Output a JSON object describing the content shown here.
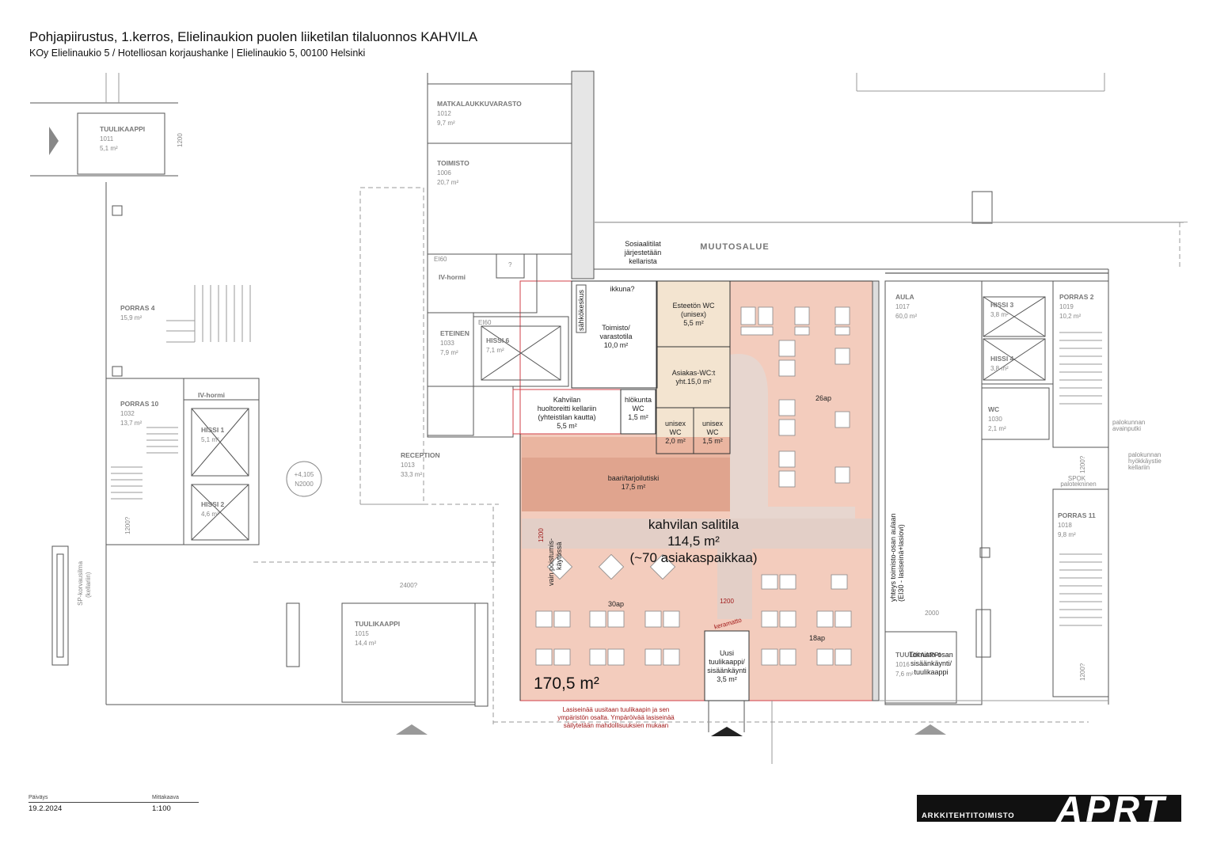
{
  "header": {
    "title": "Pohjapiirustus, 1.kerros, Elielinaukion puolen liiketilan tilaluonnos KAHVILA",
    "subtitle": "KOy Elielinaukio 5 / Hotelliosan korjaushanke  |  Elielinaukio 5, 00100 Helsinki"
  },
  "rooms": {
    "tuulikaappi_1011": {
      "name": "TUULIKAAPPI",
      "num": "1011",
      "area": "5,1 m²"
    },
    "matkalaukku": {
      "name": "MATKALAUKKUVARASTO",
      "num": "1012",
      "area": "9,7 m²"
    },
    "toimisto_1006": {
      "name": "TOIMISTO",
      "num": "1006",
      "area": "20,7 m²"
    },
    "porras4": {
      "name": "PORRAS 4",
      "area": "15,9 m²"
    },
    "porras10": {
      "name": "PORRAS 10",
      "num": "1032",
      "area": "13,7 m²"
    },
    "iv_hormi_left": "IV-hormi",
    "iv_hormi_top": "IV-hormi",
    "hissi1": {
      "name": "HISSI 1",
      "area": "5,1 m²"
    },
    "hissi2": {
      "name": "HISSI 2",
      "area": "4,6 m²"
    },
    "eteinen": {
      "name": "ETEINEN",
      "num": "1033",
      "area": "7,9 m²"
    },
    "hissi6": {
      "name": "HISSI 6",
      "area": "7,1 m²"
    },
    "reception": {
      "name": "RECEPTION",
      "num": "1013",
      "area": "33,3 m²"
    },
    "tuulikaappi_1015": {
      "name": "TUULIKAAPPI",
      "num": "1015",
      "area": "14,4 m²"
    },
    "aula": {
      "name": "AULA",
      "num": "1017",
      "area": "60,0 m²"
    },
    "hissi3": {
      "name": "HISSI 3",
      "area": "3,8 m²"
    },
    "hissi4": {
      "name": "HISSI 4",
      "area": "3,8 m²"
    },
    "wc_1030": {
      "name": "WC",
      "num": "1030",
      "area": "2,1 m²"
    },
    "porras2": {
      "name": "PORRAS 2",
      "num": "1019",
      "area": "10,2 m²"
    },
    "porras11": {
      "name": "PORRAS 11",
      "num": "1018",
      "area": "9,8 m²"
    },
    "tuulikaappi_1016": {
      "name": "TUULIKAAPPI",
      "num": "1016",
      "area": "7,6 m²"
    }
  },
  "cafe": {
    "toimisto_varasto": [
      "Toimisto/",
      "varastotila",
      "10,0 m²"
    ],
    "sahkokeskus": "sähkökeskus",
    "ikkuna": "ikkuna?",
    "esteeton_wc": [
      "Esteetön WC",
      "(unisex)",
      "5,5 m²"
    ],
    "asiakas_wc": [
      "Asiakas-WC:t",
      "yht.15,0 m²"
    ],
    "huolto": [
      "Kahvilan",
      "huoltoreitti kellariin",
      "(yhteistilan kautta)",
      "5,5 m²"
    ],
    "hlokunta_wc": [
      "hlökunta",
      "WC",
      "1,5 m²"
    ],
    "unisex_a": [
      "unisex",
      "WC",
      "2,0 m²"
    ],
    "unisex_b": [
      "unisex",
      "WC",
      "1,5 m²"
    ],
    "baari": [
      "baari/tarjoilutiski",
      "17,5 m²"
    ],
    "salitila": [
      "kahvilan salitila",
      "114,5 m²",
      "(~70 asiakaspaikkaa)"
    ],
    "seats_26": "26ap",
    "seats_30": "30ap",
    "seats_18": "18ap",
    "total_area": "170,5 m²",
    "uusi_tuulikaappi": [
      "Uusi",
      "tuulikaappi/",
      "sisäänkäynti",
      "3,5 m²"
    ],
    "vain_poistumis": [
      "vain poistumis-",
      "käytössä"
    ],
    "dim_1200_a": "1200",
    "dim_1200_b": "1200",
    "keramatto": "keramatto",
    "sosiaalitilat": [
      "Sosiaalitilat",
      "järjestetään",
      "kellarista"
    ],
    "muutosalue": "MUUTOSALUE",
    "lasiseina_note": [
      "Lasiseinää uusitaan tuulikaapin ja sen",
      "ympäristön osalta. Ympäröivää lasiseinää",
      "säilytetään mahdollisuuksien mukaan"
    ]
  },
  "misc": {
    "e160": "EI60",
    "e160_b": "EI60",
    "level": [
      "+4,105",
      "N2000"
    ],
    "dim_2400": "2400?",
    "dim_2000": "2000",
    "dim_1200_vert": "1200",
    "dim_1200q_a": "1200?",
    "dim_1200q_b": "1200?",
    "dim_1200q_c": "1200?",
    "sp_korvausilma": [
      "SP-korvausilma",
      "(kellariin)"
    ],
    "toimisto_sisaankaynti": [
      "Toimisto-osan",
      "sisäänkäynti/",
      "tuulikaappi"
    ],
    "yhteys_toimisto": [
      "yhteys toimisto-osan aulaan",
      "(EI30 - lasiseinä+lasiovi)"
    ],
    "spok": "SPOK",
    "spok_sub": "palotekninen",
    "palokunnan_avainputki": [
      "palokunnan",
      "avainputki"
    ],
    "palokunnan_hyokkays": [
      "palokunnan",
      "hyökkäystie",
      "kellariin"
    ],
    "question": "?"
  },
  "title_block": {
    "date_label": "Päiväys",
    "date": "19.2.2024",
    "scale_label": "Mittakaava",
    "scale": "1:100",
    "office": "ARKKITEHTITOIMISTO",
    "logo": "APRT"
  },
  "colors": {
    "cafe_fill": "#f3ccbd",
    "bar_fill": "#e0a48e",
    "wc_fill": "#f3e4d0",
    "walk_fill": "#e3cfc7",
    "outline_red": "#d0404a",
    "text_red": "#a01818"
  }
}
